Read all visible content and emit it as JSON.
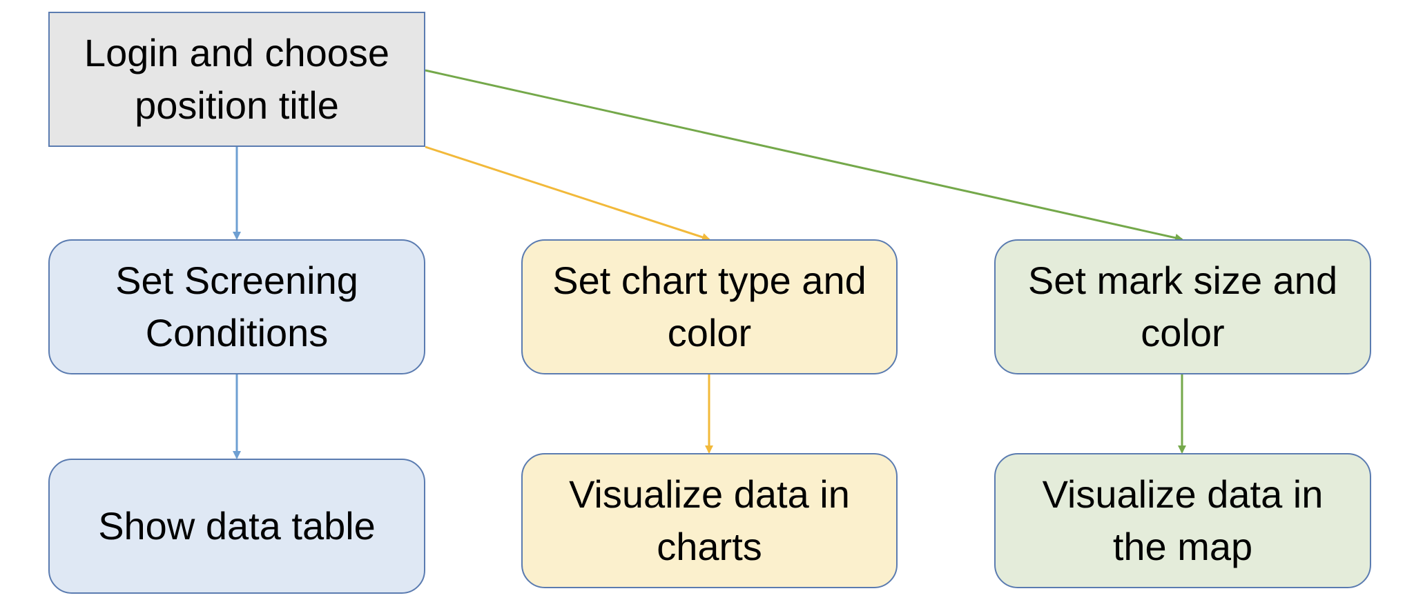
{
  "colors": {
    "blue_flow": "#6e9fd2",
    "yellow_flow": "#f2b93a",
    "green_flow": "#74a84a",
    "node_border": "#5a7bb0"
  },
  "nodes": {
    "login": "Login and choose position title",
    "screening": "Set Screening Conditions",
    "data_table": "Show data table",
    "chart_settings": "Set chart type and color",
    "charts": "Visualize data in charts",
    "mark_settings": "Set mark size and color",
    "map": "Visualize data in the map"
  },
  "edges": [
    {
      "from": "login",
      "to": "screening",
      "color": "blue"
    },
    {
      "from": "screening",
      "to": "data_table",
      "color": "blue"
    },
    {
      "from": "login",
      "to": "chart_settings",
      "color": "yellow"
    },
    {
      "from": "chart_settings",
      "to": "charts",
      "color": "yellow"
    },
    {
      "from": "login",
      "to": "mark_settings",
      "color": "green"
    },
    {
      "from": "mark_settings",
      "to": "map",
      "color": "green"
    }
  ]
}
